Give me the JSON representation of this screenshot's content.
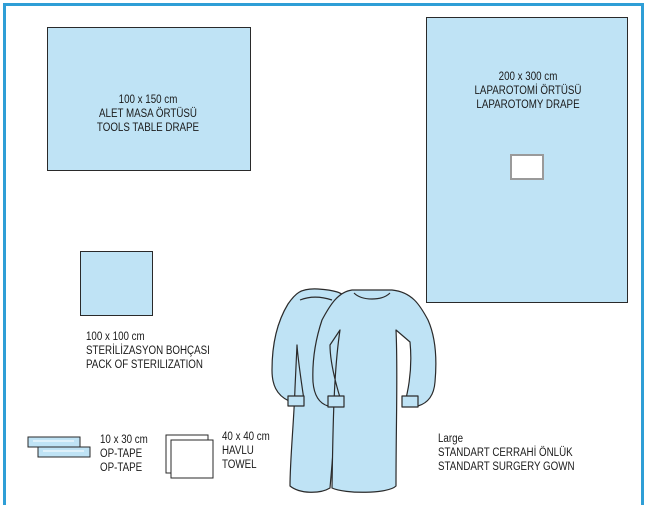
{
  "items": {
    "table_drape": {
      "size": "100 x 150 cm",
      "name_tr": "ALET MASA ÖRTÜSÜ",
      "name_en": "TOOLS TABLE DRAPE"
    },
    "laparotomy_drape": {
      "size": "200 x 300 cm",
      "name_tr": "LAPAROTOMİ ÖRTÜSÜ",
      "name_en": "LAPAROTOMY DRAPE"
    },
    "sterilization_pack": {
      "size": "100 x 100 cm",
      "name_tr": "STERİLİZASYON BOHÇASI",
      "name_en": "PACK OF STERILIZATION"
    },
    "op_tape": {
      "size": "10 x 30 cm",
      "name_tr": "OP-TAPE",
      "name_en": "OP-TAPE"
    },
    "towel": {
      "size": "40 x 40 cm",
      "name_tr": "HAVLU",
      "name_en": "TOWEL"
    },
    "gown": {
      "size": "Large",
      "name_tr": "STANDART CERRAHİ ÖNLÜK",
      "name_en": "STANDART SURGERY GOWN"
    }
  },
  "colors": {
    "frame": "#2f9ed6",
    "fabric": "#bfe3f5",
    "outline": "#2a2a2a"
  }
}
